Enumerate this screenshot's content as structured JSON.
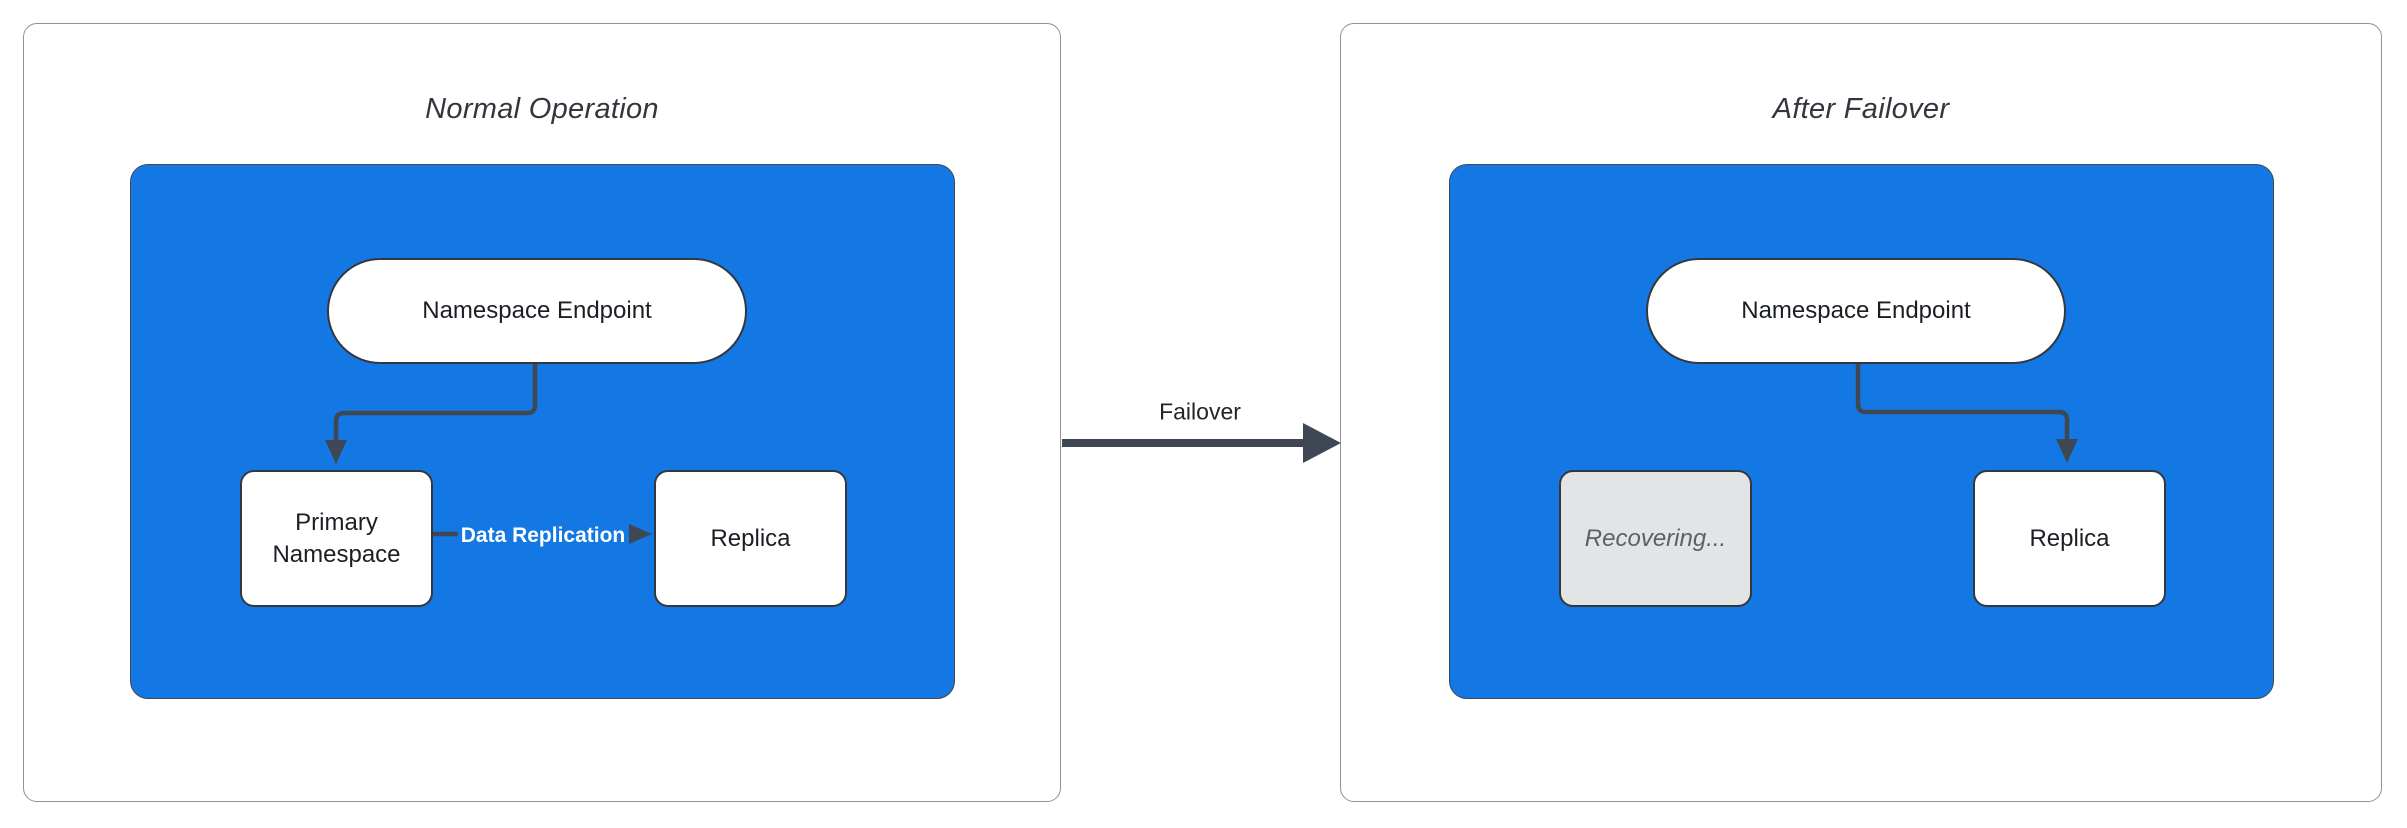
{
  "panels": [
    {
      "title": "Normal Operation",
      "nodes": {
        "endpoint": "Namespace Endpoint",
        "left": "Primary Namespace",
        "right": "Replica"
      },
      "edge_label": "Data Replication"
    },
    {
      "title": "After Failover",
      "nodes": {
        "endpoint": "Namespace Endpoint",
        "left": "Recovering...",
        "right": "Replica"
      }
    }
  ],
  "failover": {
    "label": "Failover"
  },
  "colors": {
    "container_fill": "#1478e4",
    "connector": "#3e4753",
    "panel_border": "#8f9296",
    "node_border": "#33383f",
    "node_fill": "#ffffff",
    "recovering_fill": "#e3e4e6",
    "recovering_text": "#5a616b",
    "title_text": "#33373d"
  }
}
